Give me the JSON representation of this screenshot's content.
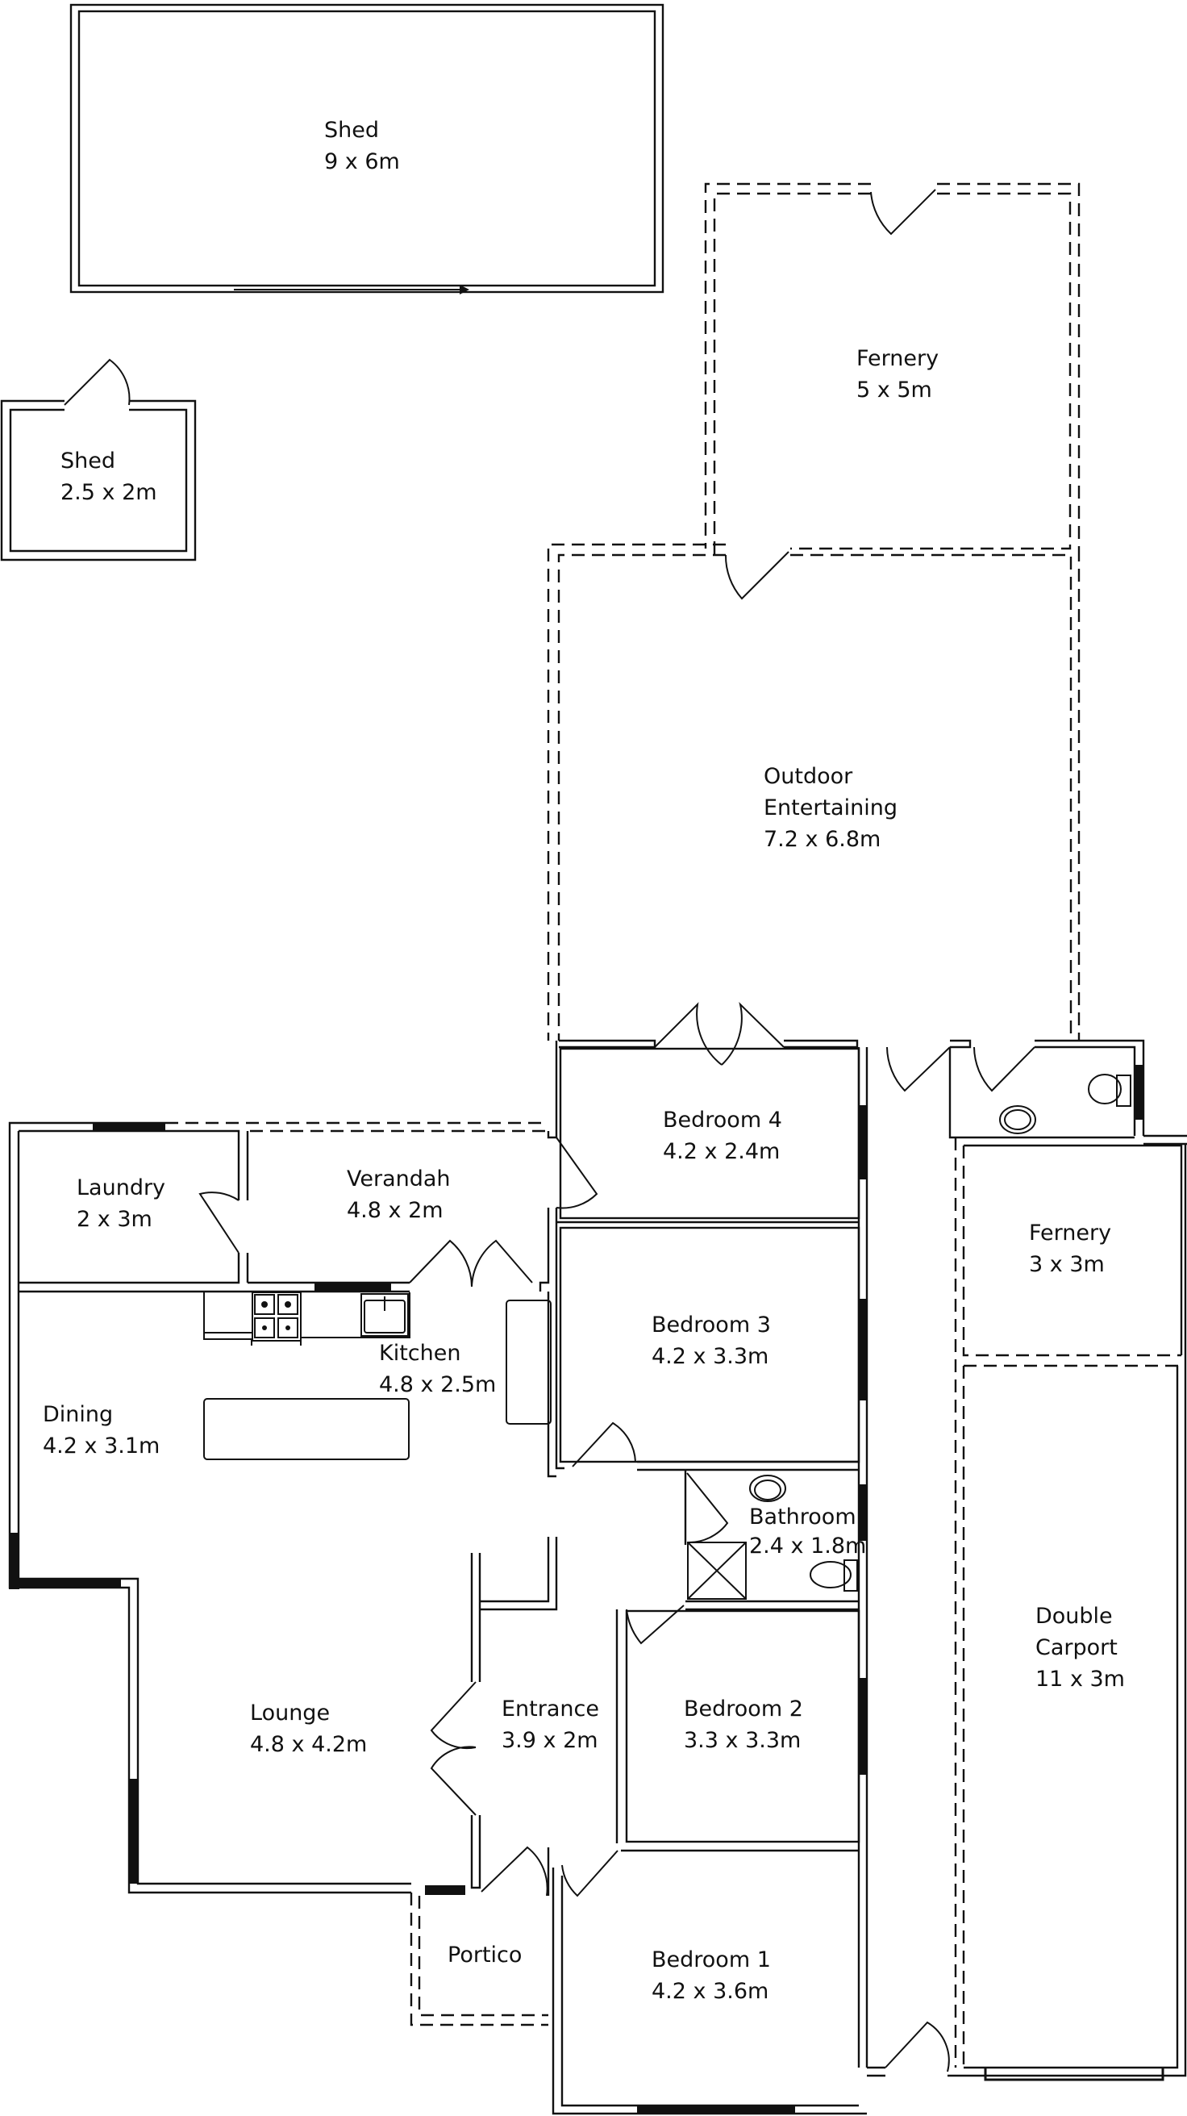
{
  "title": "Floor Plan",
  "rooms": [
    {
      "id": "shed-large",
      "name": "Shed",
      "size": "9 x 6m"
    },
    {
      "id": "shed-small",
      "name": "Shed",
      "size": "2.5 x 2m"
    },
    {
      "id": "fernery-rear",
      "name": "Fernery",
      "size": "5 x 5m"
    },
    {
      "id": "outdoor-entertaining",
      "name": "Outdoor",
      "name2": "Entertaining",
      "size": "7.2 x 6.8m"
    },
    {
      "id": "laundry",
      "name": "Laundry",
      "size": "2 x 3m"
    },
    {
      "id": "verandah",
      "name": "Verandah",
      "size": "4.8 x 2m"
    },
    {
      "id": "kitchen",
      "name": "Kitchen",
      "size": "4.8 x 2.5m"
    },
    {
      "id": "dining",
      "name": "Dining",
      "size": "4.2 x 3.1m"
    },
    {
      "id": "lounge",
      "name": "Lounge",
      "size": "4.8 x 4.2m"
    },
    {
      "id": "entrance",
      "name": "Entrance",
      "size": "3.9 x 2m"
    },
    {
      "id": "portico",
      "name": "Portico",
      "size": ""
    },
    {
      "id": "bedroom-4",
      "name": "Bedroom 4",
      "size": "4.2 x 2.4m"
    },
    {
      "id": "bedroom-3",
      "name": "Bedroom 3",
      "size": "4.2 x 3.3m"
    },
    {
      "id": "bathroom",
      "name": "Bathroom",
      "size": "2.4 x 1.8m"
    },
    {
      "id": "bedroom-2",
      "name": "Bedroom 2",
      "size": "3.3 x 3.3m"
    },
    {
      "id": "bedroom-1",
      "name": "Bedroom 1",
      "size": "4.2 x 3.6m"
    },
    {
      "id": "fernery-side",
      "name": "Fernery",
      "size": "3 x 3m"
    },
    {
      "id": "double-carport",
      "name": "Double",
      "name2": "Carport",
      "size": "11 x 3m"
    }
  ],
  "icons": [
    "door-swing-icon",
    "window-icon",
    "sliding-door-icon",
    "cooktop-icon",
    "sink-icon",
    "basin-icon",
    "toilet-icon",
    "shower-icon"
  ]
}
